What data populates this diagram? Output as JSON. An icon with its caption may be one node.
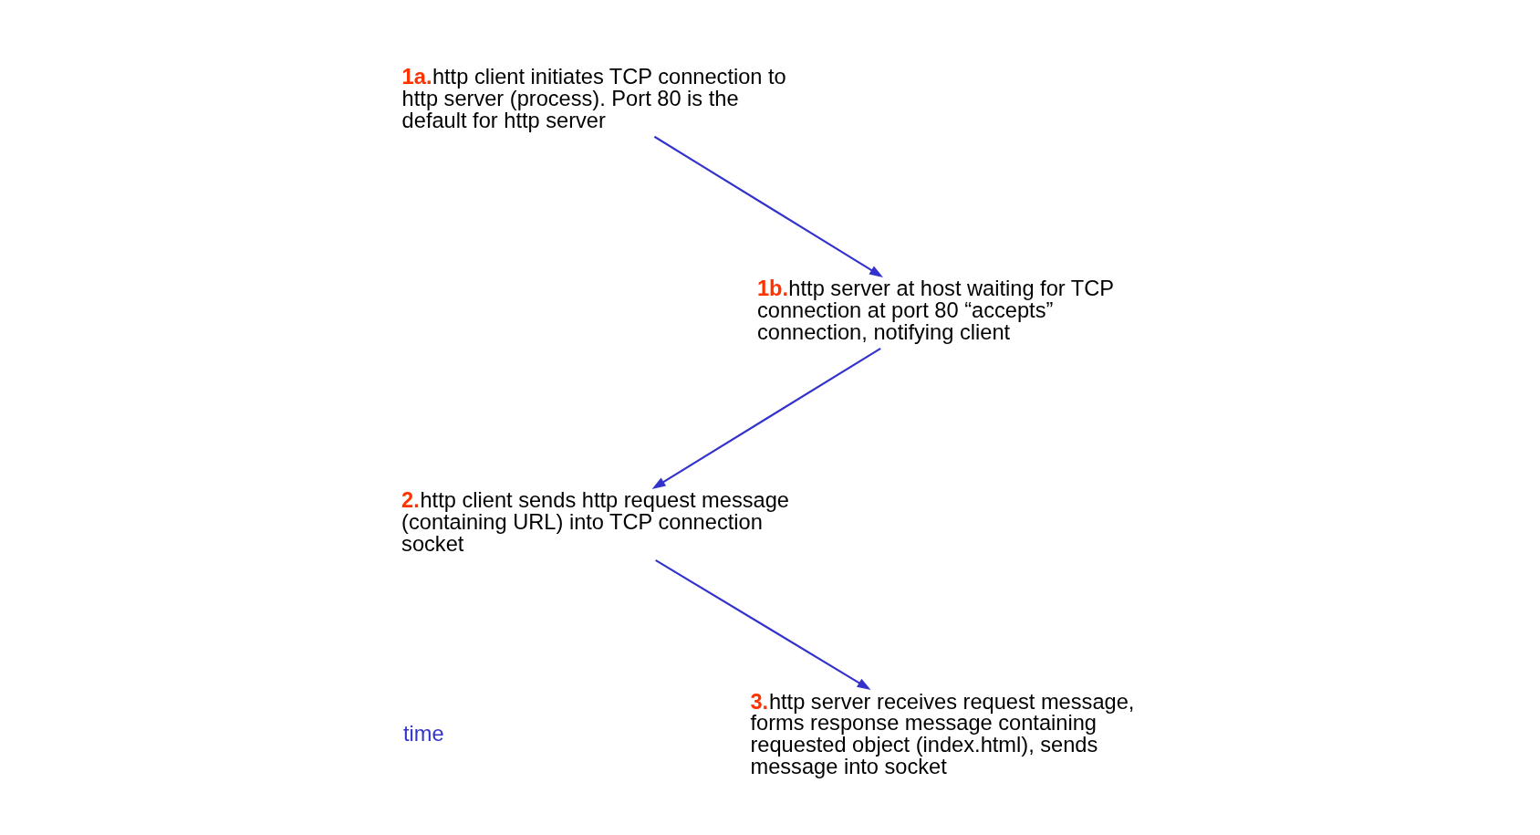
{
  "diagram": {
    "nodes": [
      {
        "text": [
          "1a.",
          "http client initiates TCP connection to http server (process). Port 80 is the default for http server"
        ]
      },
      {
        "text": [
          "1b.",
          "http server at host waiting for TCP connection at port 80 “accepts” connection, notifying client"
        ]
      },
      {
        "text": [
          "2.",
          "http client sends http request message (containing URL) into TCP connection socket"
        ]
      },
      {
        "text": [
          "3.",
          "http server receives request message, forms response message containing requested object (index.html), sends message into socket"
        ]
      }
    ],
    "edges": [
      {
        "from": 0,
        "to": 1,
        "arrow": "to"
      },
      {
        "from": 1,
        "to": 2,
        "arrow": "to"
      },
      {
        "from": 2,
        "to": 3,
        "arrow": "to"
      }
    ],
    "labels": [
      "time"
    ]
  }
}
